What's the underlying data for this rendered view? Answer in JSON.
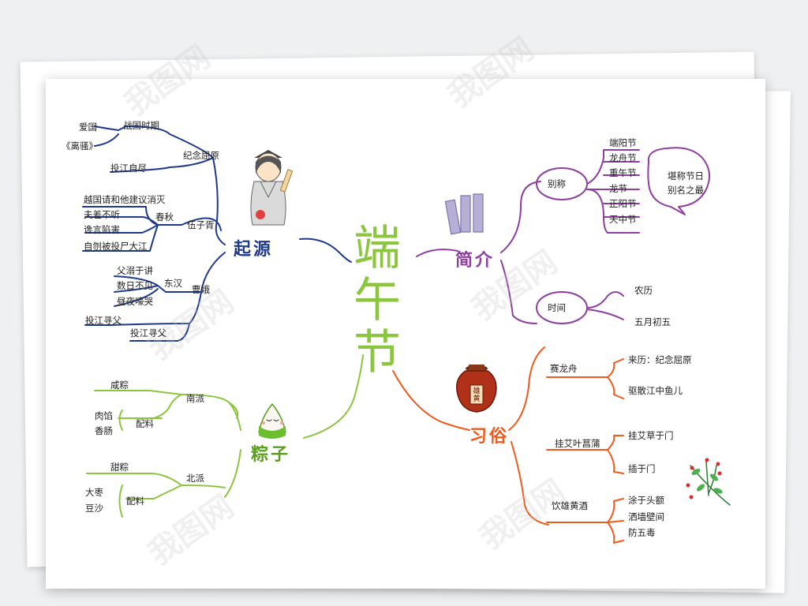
{
  "center": {
    "chars": [
      "端",
      "午",
      "节"
    ]
  },
  "qiyuan": {
    "title": "起源",
    "jinian": {
      "label": "纪念屈原",
      "zhanguo": "战国时期",
      "aiguo": "爱国",
      "lisao": "《离骚》",
      "toujiang": "投江自尽"
    },
    "wuzixu": {
      "label": "伍子胥",
      "chunqiu": "春秋",
      "items": [
        "越国请和他建议消灭",
        "夫差不听",
        "谗言陷害",
        "自刎被投尸大江"
      ]
    },
    "caoe": {
      "label": "曹娥",
      "donghan": "东汉",
      "items": [
        "父溺于讲",
        "数日不见",
        "昼夜嚎哭"
      ],
      "toujiang": "投江寻父",
      "xunfu": "投江寻父"
    }
  },
  "zongzi": {
    "title": "粽子",
    "nanpai": {
      "label": "南派",
      "xian": "咸粽",
      "peiliao": "配料",
      "items": [
        "肉馅",
        "香肠"
      ]
    },
    "beipai": {
      "label": "北派",
      "tian": "甜粽",
      "peiliao": "配料",
      "items": [
        "大枣",
        "豆沙"
      ]
    }
  },
  "jianjie": {
    "title": "简介",
    "bieming": {
      "label": "别称",
      "items": [
        "端阳节",
        "龙舟节",
        "重午节",
        "龙节",
        "正阳节",
        "天中节"
      ],
      "bubble": [
        "堪称节日",
        "别名之最"
      ]
    },
    "shijian": {
      "label": "时间",
      "items": [
        "农历",
        "五月初五"
      ]
    }
  },
  "xisu": {
    "title": "习俗",
    "jar_label": "雄黄",
    "sailongzhou": {
      "label": "赛龙舟",
      "items": [
        "来历：纪念屈原",
        "驱散江中鱼儿"
      ]
    },
    "guaai": {
      "label": "挂艾叶菖蒲",
      "items": [
        "挂艾草于门",
        "插于门"
      ]
    },
    "xionghuang": {
      "label": "饮雄黄酒",
      "items": [
        "涂于头额",
        "洒墙壁间",
        "防五毒"
      ]
    }
  },
  "watermark": "我图网",
  "colors": {
    "blue": "#1f3a8a",
    "green": "#8cc63f",
    "purple": "#8e3fa0",
    "orange": "#f05a1e",
    "center": "#8cc63f",
    "zongzi_title": "#5a9e1e"
  }
}
